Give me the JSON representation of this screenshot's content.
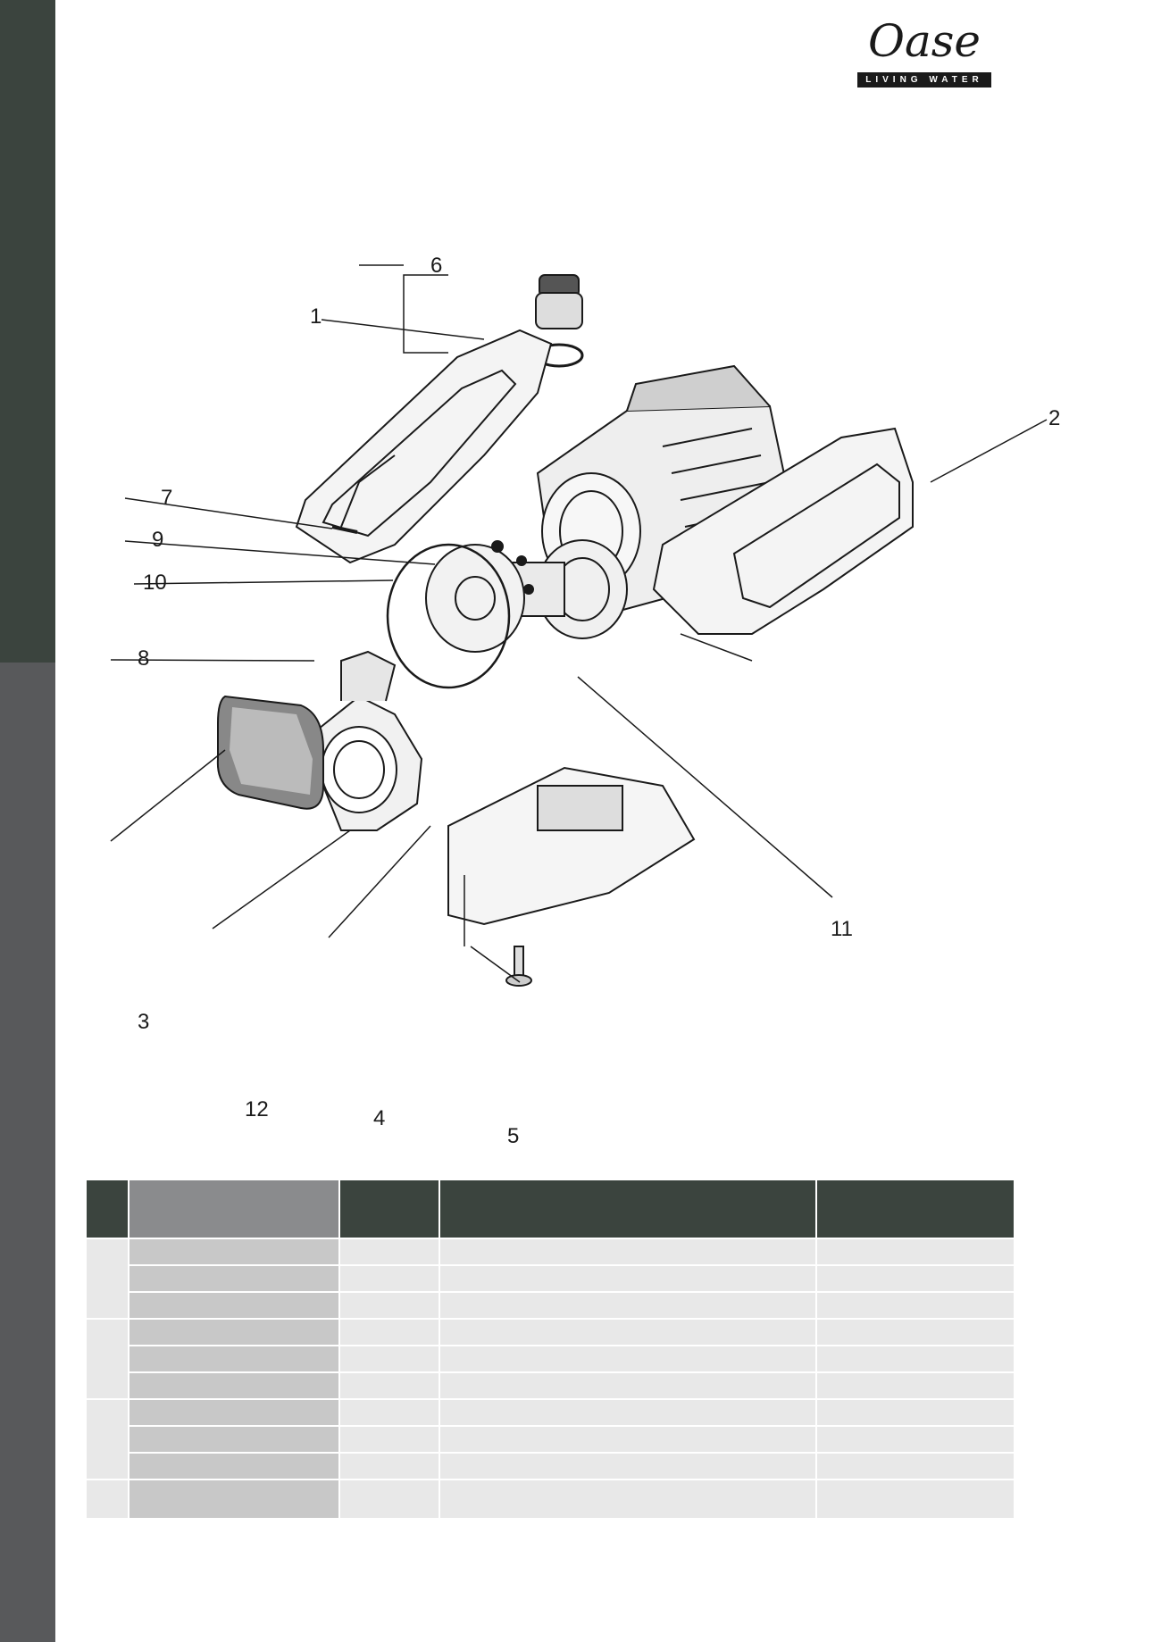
{
  "brand": {
    "name": "Oase",
    "tagline": "LIVING WATER"
  },
  "diagram": {
    "callouts": [
      "1",
      "2",
      "3",
      "4",
      "5",
      "6",
      "7",
      "8",
      "9",
      "10",
      "11",
      "12"
    ]
  },
  "table": {
    "header": [
      "",
      "",
      "",
      "",
      ""
    ],
    "groups": [
      {
        "rows": 3
      },
      {
        "rows": 3
      },
      {
        "rows": 3
      },
      {
        "rows": 1
      }
    ]
  },
  "colors": {
    "sidebar_top": "#3b443e",
    "sidebar_bottom": "#58595b",
    "header_dark": "#3b443e",
    "header_grey": "#8a8b8d",
    "cell_mid": "#c8c8c8",
    "cell_light": "#e8e8e8"
  }
}
